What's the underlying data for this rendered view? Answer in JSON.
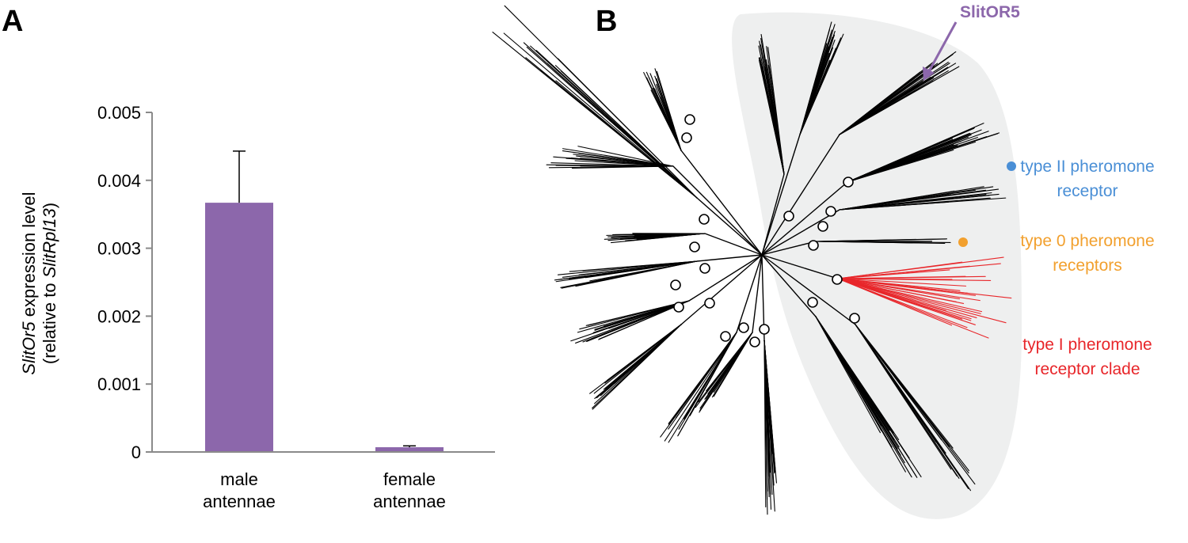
{
  "panels": {
    "a": "A",
    "b": "B"
  },
  "chart_data": [
    {
      "type": "bar",
      "categories": [
        [
          "male",
          "antennae"
        ],
        [
          "female",
          "antennae"
        ]
      ],
      "values": [
        0.00367,
        7e-05
      ],
      "error": [
        0.00076,
        2e-05
      ],
      "ylim": [
        0,
        0.005
      ],
      "yticks": [
        "0",
        "0.001",
        "0.002",
        "0.003",
        "0.004",
        "0.005"
      ],
      "ytick_values": [
        0,
        0.001,
        0.002,
        0.003,
        0.004,
        0.005
      ],
      "ylabel_line1_italic": "SlitOr5",
      "ylabel_line1_rest": " expression level",
      "ylabel_line2_pre": "(relative to ",
      "ylabel_line2_italic": "SlitRpl13",
      "ylabel_line2_post": ")",
      "bar_color": "#8c67ab",
      "grid": false
    },
    {
      "type": "tree",
      "highlight_label": "SlitOR5",
      "highlight_color": "#8c67ab",
      "annotations": [
        {
          "lines": [
            "type II pheromone",
            "receptor"
          ],
          "color": "#4a8fd6"
        },
        {
          "lines": [
            "type 0 pheromone",
            "receptors"
          ],
          "color": "#f2a02e"
        },
        {
          "lines": [
            "type I pheromone",
            "receptor clade"
          ],
          "color": "#e8262a"
        }
      ],
      "clade_shading": "#eeefef",
      "branch_color": "#000000"
    }
  ]
}
